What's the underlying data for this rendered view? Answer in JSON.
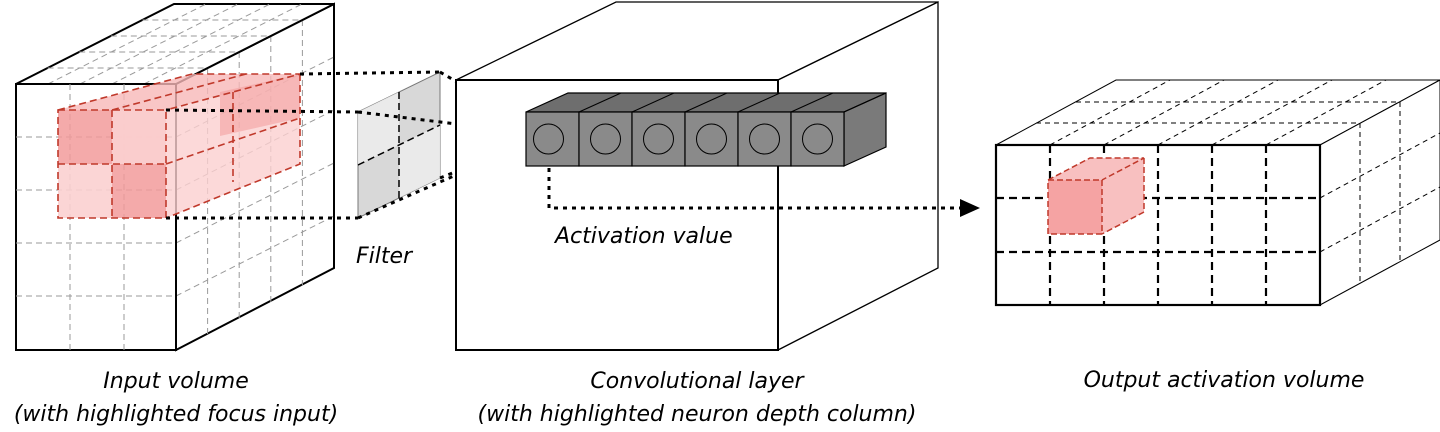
{
  "labels": {
    "filter": "Filter",
    "activation_value": "Activation value",
    "input_title": "Input volume",
    "input_subtitle": "(with highlighted focus input)",
    "conv_title": "Convolutional layer",
    "conv_subtitle": "(with highlighted neuron depth column)",
    "output_title": "Output activation volume"
  },
  "colors": {
    "stroke": "#000000",
    "grid_gray": "#9a9a9a",
    "highlight_dark": "#f29b9b",
    "highlight_light": "#fbd0d0",
    "highlight_edge": "#c0392b",
    "filter_fill": "#d8d8d8",
    "neuron_fill": "#8a8a8a",
    "neuron_top": "#6e6e6e",
    "output_highlight": "#f5a3a3"
  },
  "structure": {
    "input_grid": [
      5,
      5
    ],
    "filter_grid": [
      2,
      2
    ],
    "neuron_count": 6,
    "output_grid": [
      3,
      6
    ]
  }
}
